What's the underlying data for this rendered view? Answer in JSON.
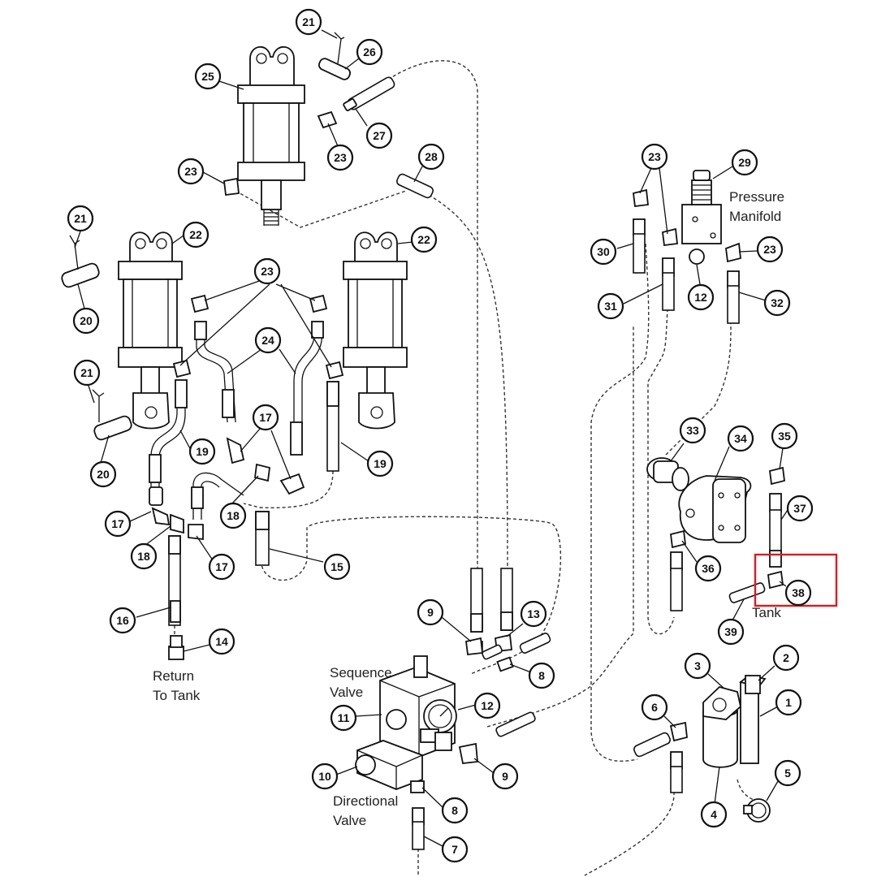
{
  "labels": {
    "return_line1": "Return",
    "return_line2": "To Tank",
    "sequence_line1": "Sequence",
    "sequence_line2": "Valve",
    "directional_line1": "Directional",
    "directional_line2": "Valve",
    "pressure_line1": "Pressure",
    "pressure_line2": "Manifold",
    "tank": "Tank"
  },
  "callouts": [
    {
      "n": "21"
    },
    {
      "n": "26"
    },
    {
      "n": "25"
    },
    {
      "n": "27"
    },
    {
      "n": "23"
    },
    {
      "n": "23"
    },
    {
      "n": "28"
    },
    {
      "n": "21"
    },
    {
      "n": "22"
    },
    {
      "n": "22"
    },
    {
      "n": "23"
    },
    {
      "n": "20"
    },
    {
      "n": "24"
    },
    {
      "n": "21"
    },
    {
      "n": "17"
    },
    {
      "n": "19"
    },
    {
      "n": "19"
    },
    {
      "n": "20"
    },
    {
      "n": "17"
    },
    {
      "n": "18"
    },
    {
      "n": "18"
    },
    {
      "n": "17"
    },
    {
      "n": "15"
    },
    {
      "n": "16"
    },
    {
      "n": "14"
    },
    {
      "n": "23"
    },
    {
      "n": "29"
    },
    {
      "n": "30"
    },
    {
      "n": "23"
    },
    {
      "n": "31"
    },
    {
      "n": "12"
    },
    {
      "n": "32"
    },
    {
      "n": "33"
    },
    {
      "n": "34"
    },
    {
      "n": "35"
    },
    {
      "n": "37"
    },
    {
      "n": "36"
    },
    {
      "n": "38"
    },
    {
      "n": "39"
    },
    {
      "n": "9"
    },
    {
      "n": "13"
    },
    {
      "n": "8"
    },
    {
      "n": "11"
    },
    {
      "n": "12"
    },
    {
      "n": "10"
    },
    {
      "n": "9"
    },
    {
      "n": "8"
    },
    {
      "n": "7"
    },
    {
      "n": "3"
    },
    {
      "n": "2"
    },
    {
      "n": "1"
    },
    {
      "n": "6"
    },
    {
      "n": "5"
    },
    {
      "n": "4"
    }
  ],
  "highlight": {
    "color": "#e0191f"
  }
}
